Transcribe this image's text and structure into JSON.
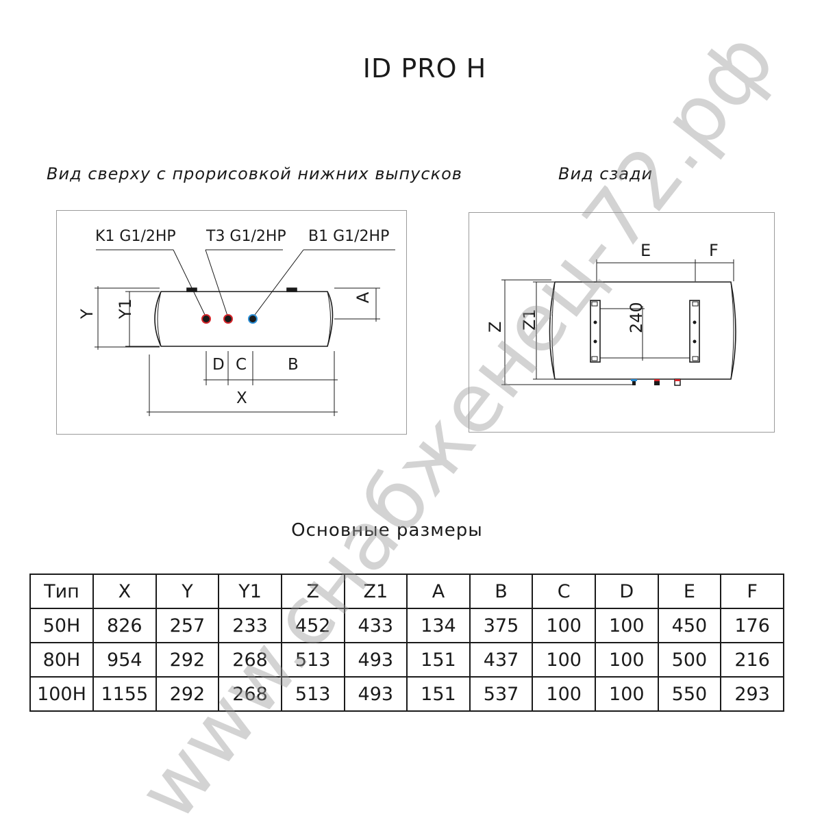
{
  "title": "ID PRO H",
  "top_view": {
    "label": "Вид сверху с прорисовкой нижних выпусков",
    "connections": [
      {
        "label": "K1 G1/2HP",
        "color": "#d6262b"
      },
      {
        "label": "T3 G1/2HP",
        "color": "#d6262b"
      },
      {
        "label": "B1 G1/2HP",
        "color": "#2b8fd6"
      }
    ],
    "dims": {
      "y": "Y",
      "y1": "Y1",
      "a": "A",
      "d": "D",
      "c": "C",
      "b": "B",
      "x": "X"
    }
  },
  "back_view": {
    "label": "Вид сзади",
    "dims": {
      "e": "E",
      "f": "F",
      "z": "Z",
      "z1": "Z1",
      "spacing": "240"
    }
  },
  "table": {
    "title": "Основные размеры",
    "headers": [
      "Тип",
      "X",
      "Y",
      "Y1",
      "Z",
      "Z1",
      "A",
      "B",
      "C",
      "D",
      "E",
      "F"
    ],
    "rows": [
      [
        "50H",
        "826",
        "257",
        "233",
        "452",
        "433",
        "134",
        "375",
        "100",
        "100",
        "450",
        "176"
      ],
      [
        "80H",
        "954",
        "292",
        "268",
        "513",
        "493",
        "151",
        "437",
        "100",
        "100",
        "500",
        "216"
      ],
      [
        "100H",
        "1155",
        "292",
        "268",
        "513",
        "493",
        "151",
        "537",
        "100",
        "100",
        "550",
        "293"
      ]
    ]
  },
  "watermark": "www.снабженец-72.рф"
}
